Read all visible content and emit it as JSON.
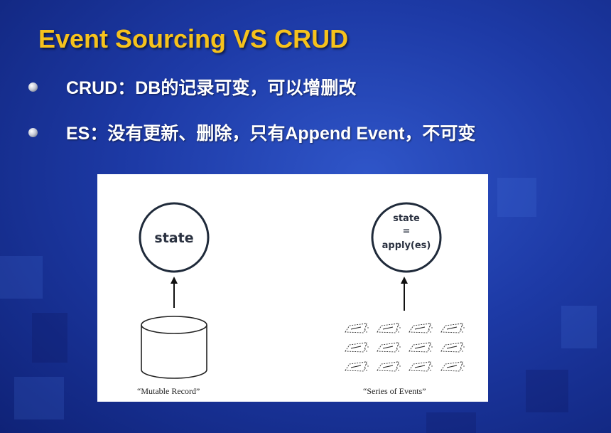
{
  "slide": {
    "title": "Event Sourcing VS CRUD",
    "bullets": [
      {
        "text": "CRUD：DB的记录可变，可以增删改"
      },
      {
        "text": "ES：没有更新、删除，只有Append Event，不可变"
      }
    ]
  },
  "figure": {
    "left": {
      "circle_label": "state",
      "caption": "“Mutable Record”"
    },
    "right": {
      "circle_line1": "state",
      "circle_line2": "=",
      "circle_line3": "apply(es)",
      "caption": "“Series of Events”"
    }
  },
  "colors": {
    "title": "#f6c21c",
    "bullet_text": "#ffffff",
    "background": "#1d3aa6"
  }
}
